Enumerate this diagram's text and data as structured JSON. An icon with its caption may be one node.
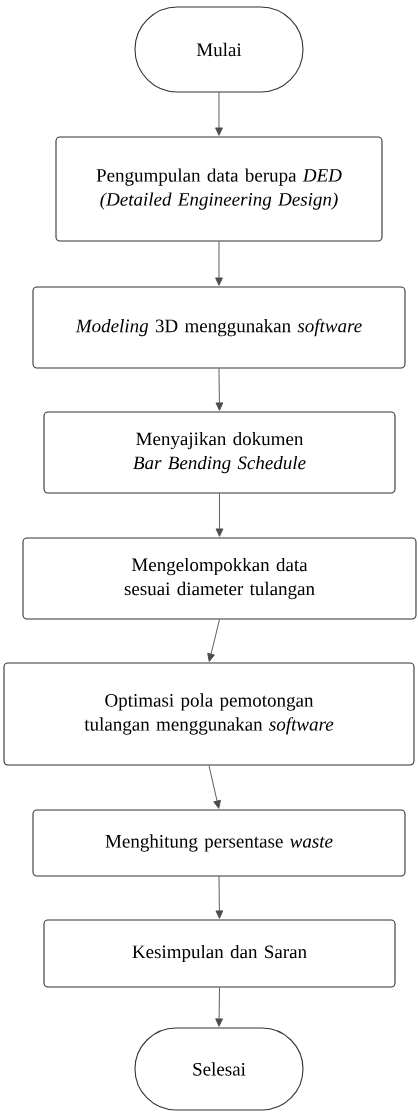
{
  "diagram": {
    "nodes": [
      {
        "text": [
          "Mulai"
        ]
      },
      {
        "text": [
          "Pengumpulan data berupa *DED (Detailed Engineering Design)*"
        ]
      },
      {
        "text": [
          "*Modeling* 3D menggunakan *software*"
        ]
      },
      {
        "text": [
          "Menyajikan dokumen *Bar Bending Schedule*"
        ]
      },
      {
        "text": [
          "Mengelompokkan data sesuai diameter tulangan"
        ]
      },
      {
        "text": [
          "Optimasi pola pemotongan tulangan menggunakan *software*"
        ]
      },
      {
        "text": [
          "Menghitung persentase *waste*"
        ]
      },
      {
        "text": [
          "Kesimpulan dan Saran"
        ]
      },
      {
        "text": [
          "Selesai"
        ]
      }
    ],
    "edges": [
      {
        "from": 0,
        "to": 1,
        "arrow": "to"
      },
      {
        "from": 1,
        "to": 2,
        "arrow": "to"
      },
      {
        "from": 2,
        "to": 3,
        "arrow": "to"
      },
      {
        "from": 3,
        "to": 4,
        "arrow": "to"
      },
      {
        "from": 4,
        "to": 5,
        "arrow": "to"
      },
      {
        "from": 5,
        "to": 6,
        "arrow": "to"
      },
      {
        "from": 6,
        "to": 7,
        "arrow": "to"
      },
      {
        "from": 7,
        "to": 8,
        "arrow": "to"
      }
    ]
  }
}
